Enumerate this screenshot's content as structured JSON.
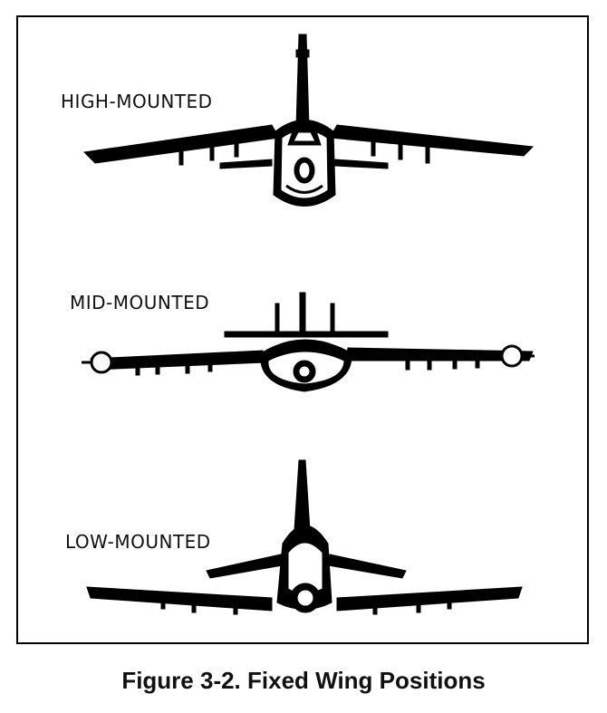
{
  "figure": {
    "labels": {
      "high": "HIGH-MOUNTED",
      "mid": "MID-MOUNTED",
      "low": "LOW-MOUNTED"
    },
    "caption": "Figure 3-2. Fixed Wing Positions"
  }
}
